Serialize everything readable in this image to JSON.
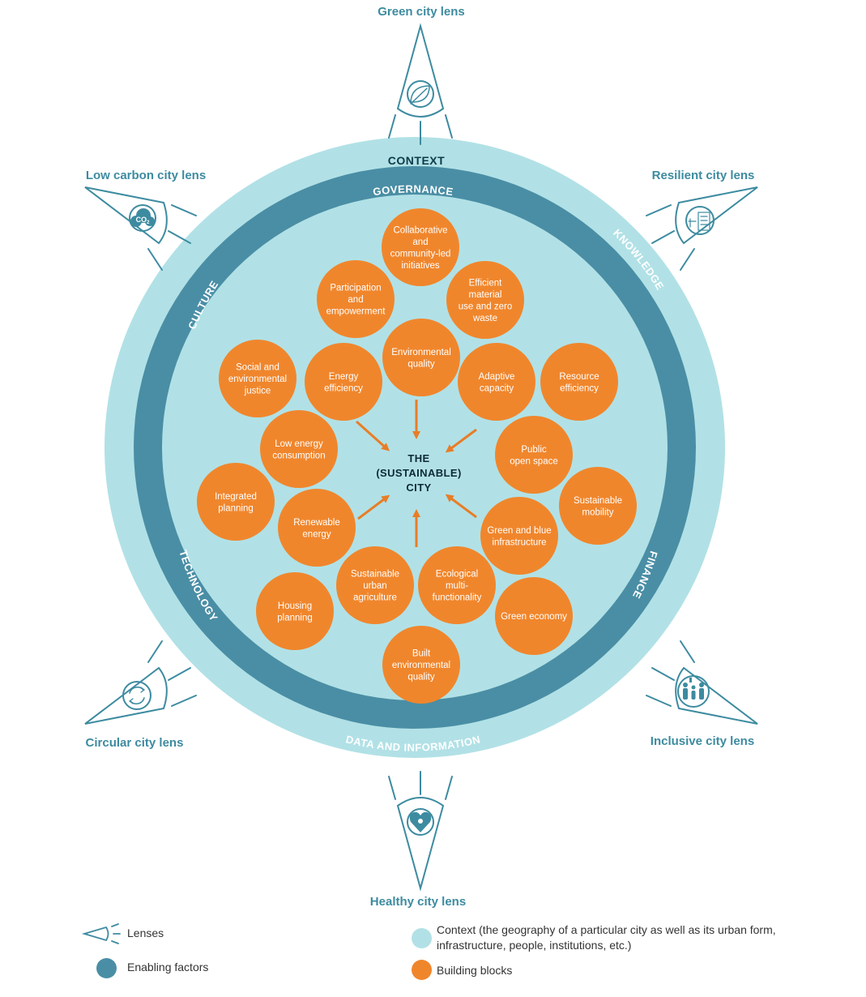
{
  "colors": {
    "context": "#b1e1e6",
    "enabling": "#4a8ea5",
    "block": "#f0862c",
    "arrow": "#e87d27",
    "lens": "#3d8ba0"
  },
  "context_label": "CONTEXT",
  "center_label": [
    "THE",
    "(SUSTAINABLE)",
    "CITY"
  ],
  "enabling_factors": {
    "governance": "GOVERNANCE",
    "knowledge": "KNOWLEDGE",
    "finance": "FINANCE",
    "data": "DATA AND INFORMATION",
    "technology": "TECHNOLOGY",
    "culture": "CULTURE"
  },
  "lenses": [
    {
      "name": "Green city lens",
      "icon": "leaf-icon"
    },
    {
      "name": "Resilient city lens",
      "icon": "building-icon"
    },
    {
      "name": "Inclusive city lens",
      "icon": "people-icon"
    },
    {
      "name": "Healthy city lens",
      "icon": "heart-icon"
    },
    {
      "name": "Circular city lens",
      "icon": "recycle-icon"
    },
    {
      "name": "Low carbon city lens",
      "icon": "co2-cloud-icon"
    }
  ],
  "co2_text": "CO",
  "co2_sub": "2",
  "blocks": [
    {
      "lines": [
        "Collaborative",
        "and",
        "community-led",
        "initiatives"
      ]
    },
    {
      "lines": [
        "Participation",
        "and",
        "empowerment"
      ]
    },
    {
      "lines": [
        "Efficient",
        "material",
        "use and zero",
        "waste"
      ]
    },
    {
      "lines": [
        "Environmental",
        "quality"
      ]
    },
    {
      "lines": [
        "Social and",
        "environmental",
        "justice"
      ]
    },
    {
      "lines": [
        "Energy",
        "efficiency"
      ]
    },
    {
      "lines": [
        "Adaptive",
        "capacity"
      ]
    },
    {
      "lines": [
        "Resource",
        "efficiency"
      ]
    },
    {
      "lines": [
        "Low energy",
        "consumption"
      ]
    },
    {
      "lines": [
        "Public",
        "open space"
      ]
    },
    {
      "lines": [
        "Integrated",
        "planning"
      ]
    },
    {
      "lines": [
        "Renewable",
        "energy"
      ]
    },
    {
      "lines": [
        "Sustainable",
        "mobility"
      ]
    },
    {
      "lines": [
        "Green and blue",
        "infrastructure"
      ]
    },
    {
      "lines": [
        "Sustainable",
        "urban",
        "agriculture"
      ]
    },
    {
      "lines": [
        "Ecological",
        "multi-",
        "functionality"
      ]
    },
    {
      "lines": [
        "Housing",
        "planning"
      ]
    },
    {
      "lines": [
        "Green economy"
      ]
    },
    {
      "lines": [
        "Built",
        "environmental",
        "quality"
      ]
    }
  ],
  "legend": {
    "lenses": "Lenses",
    "enabling": "Enabling factors",
    "context": "Context (the geography of a particular city as well as its urban form, infrastructure, people, institutions, etc.)",
    "blocks": "Building blocks"
  }
}
